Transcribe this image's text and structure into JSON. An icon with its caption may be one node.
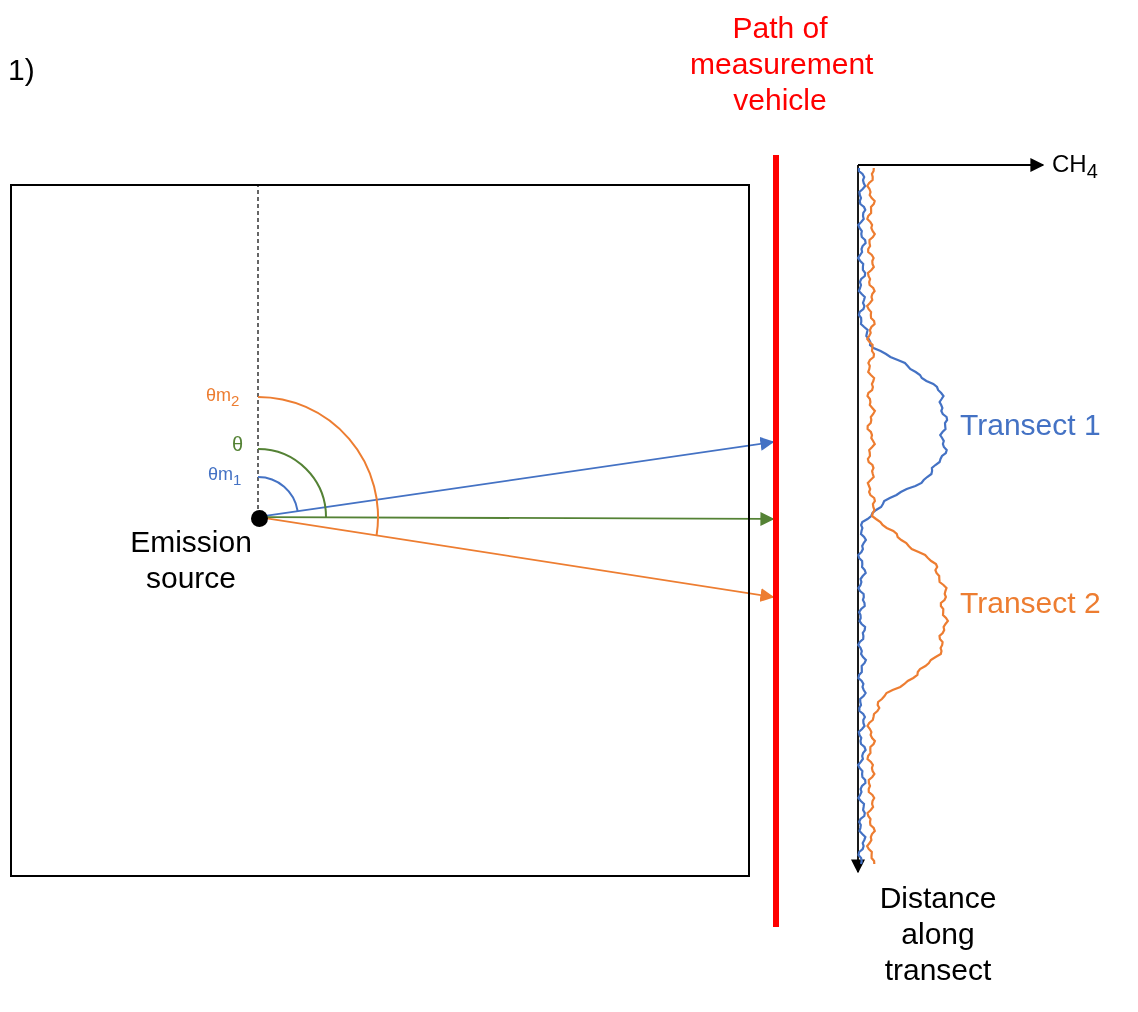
{
  "diagram": {
    "nodes": [
      {
        "text": [],
        "shape": "box"
      },
      {
        "text": [
          "Emission source"
        ],
        "in": 0
      },
      {
        "text": [
          "Path of measurement vehicle"
        ]
      }
    ],
    "edges": [
      {
        "from": 1,
        "to": 2,
        "arrow": "to",
        "color": "#4472c4"
      },
      {
        "from": 1,
        "to": 2,
        "arrow": "to",
        "color": "#548235"
      },
      {
        "from": 1,
        "to": 2,
        "arrow": "to",
        "color": "#ed7d31"
      }
    ],
    "labels": [
      "1)",
      "θm$_{2}$",
      "θ",
      "θm$_{1}$",
      "CH$_{4}$",
      "Transect 1",
      "Transect 2",
      "Distance along transect"
    ]
  }
}
